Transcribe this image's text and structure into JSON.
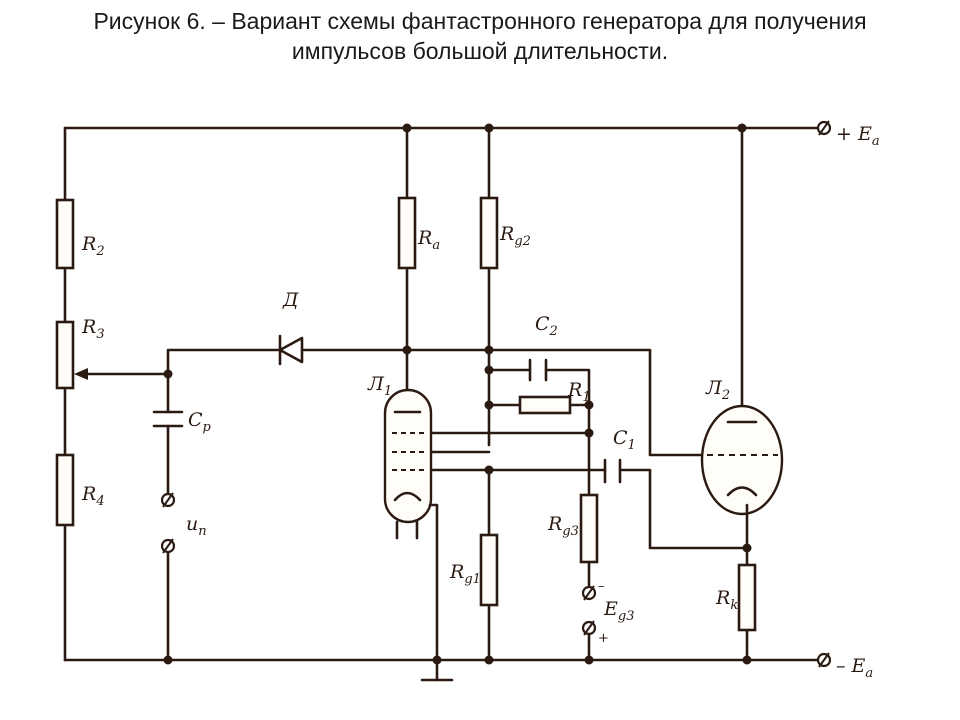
{
  "caption": {
    "line1": "Рисунок 6.    – Вариант схемы фантастронного генератора для получения",
    "line2": "импульсов большой длительности."
  },
  "labels": {
    "R2": "R",
    "R2_sub": "2",
    "R3": "R",
    "R3_sub": "3",
    "R4": "R",
    "R4_sub": "4",
    "Ra": "R",
    "Ra_sub": "a",
    "Rg2": "R",
    "Rg2_sub": "g2",
    "Rg1": "R",
    "Rg1_sub": "g1",
    "Rg3": "R",
    "Rg3_sub": "g3",
    "Rk": "R",
    "Rk_sub": "k",
    "R1": "R",
    "R1_sub": "1",
    "C2": "C",
    "C2_sub": "2",
    "C1": "C",
    "C1_sub": "1",
    "Cp": "C",
    "Cp_sub": "p",
    "diode": "Д",
    "L1": "Л",
    "L1_sub": "1",
    "L2": "Л",
    "L2_sub": "2",
    "un": "u",
    "un_sub": "n",
    "plusEa": "+ E",
    "plusEa_sub": "a",
    "minusEa": "– E",
    "minusEa_sub": "a",
    "Eg3": "E",
    "Eg3_sub": "g3",
    "Eg3_minus": "–",
    "Eg3_plus": "+"
  }
}
